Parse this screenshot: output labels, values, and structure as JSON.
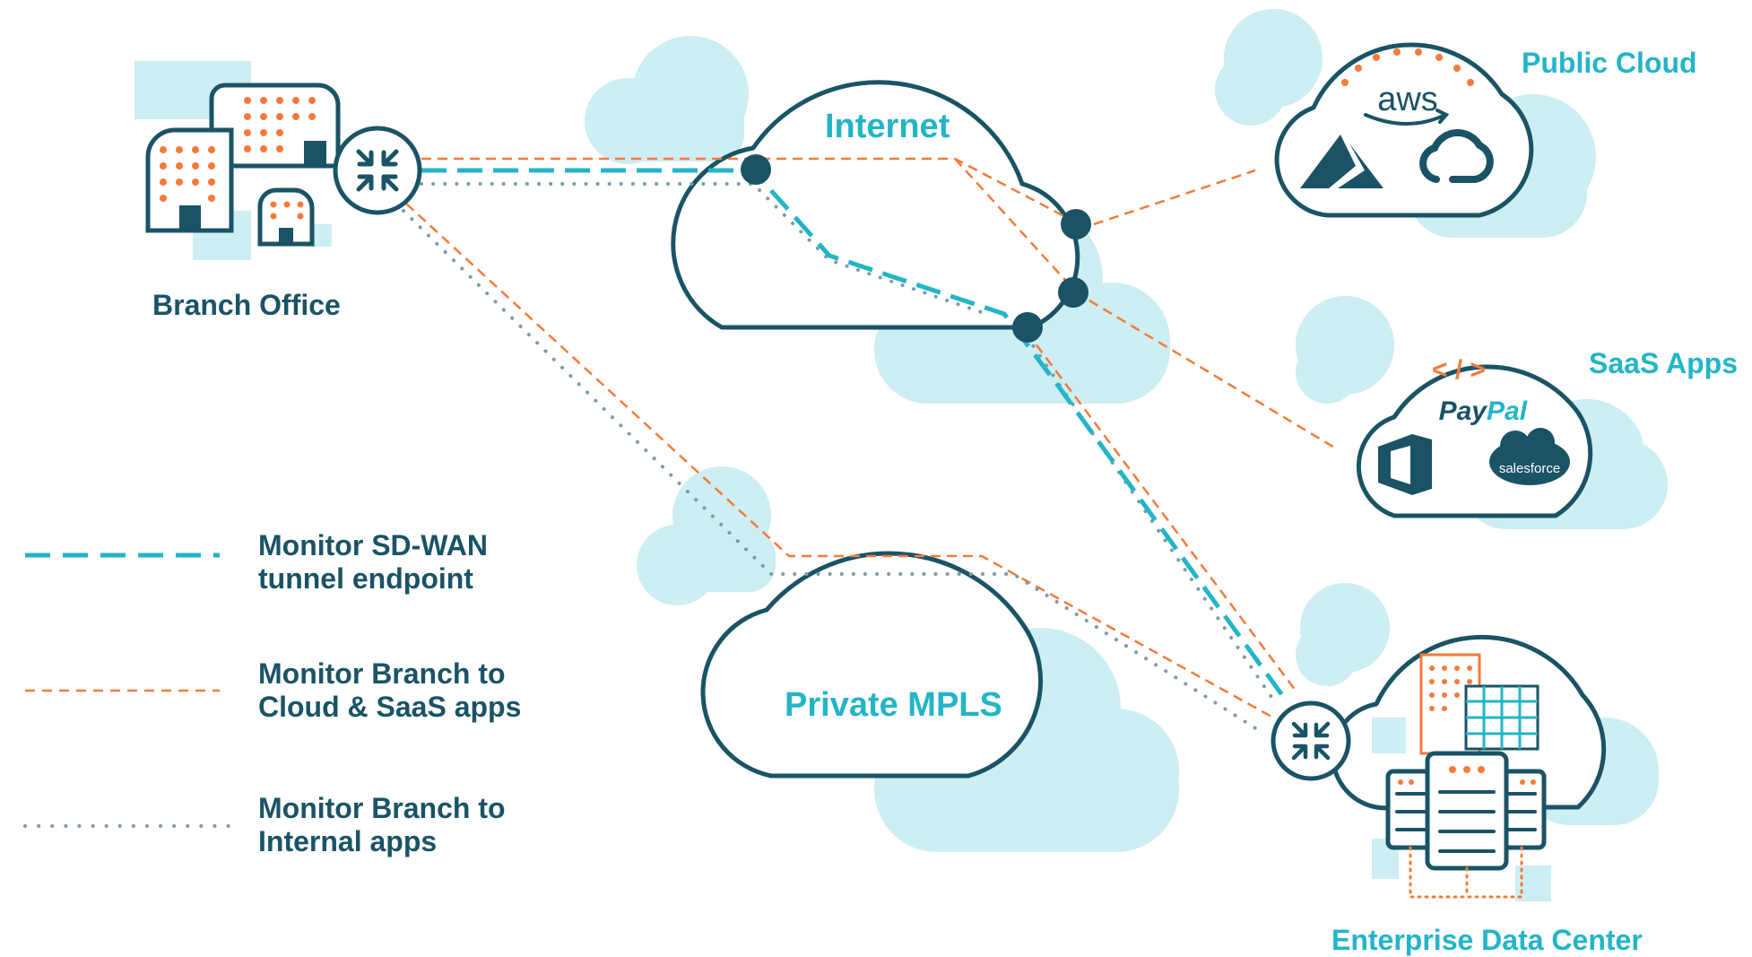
{
  "colors": {
    "dark": "#1a5366",
    "teal": "#23b5c7",
    "orange": "#f47b3a",
    "light_cloud": "#cdeef2",
    "dotted": "#7a9ea8"
  },
  "nodes": {
    "branch_office": "Branch Office",
    "internet": "Internet",
    "private_mpls": "Private MPLS",
    "public_cloud": "Public Cloud",
    "saas_apps": "SaaS Apps",
    "enterprise_data_center": "Enterprise Data Center"
  },
  "cloud_logos": {
    "aws": "aws",
    "paypal_pay": "Pay",
    "paypal_pal": "Pal",
    "salesforce": "salesforce",
    "code_symbol": "< / >"
  },
  "legend": [
    {
      "line1": "Monitor SD-WAN",
      "line2": "tunnel endpoint",
      "style": "dashed-teal"
    },
    {
      "line1": "Monitor Branch to",
      "line2": "Cloud & SaaS apps",
      "style": "dashed-orange"
    },
    {
      "line1": "Monitor Branch to",
      "line2": "Internal apps",
      "style": "dotted-gray"
    }
  ],
  "icons": [
    "building-icon",
    "router-icon",
    "azure-icon",
    "google-cloud-icon",
    "office-icon",
    "server-icon"
  ]
}
